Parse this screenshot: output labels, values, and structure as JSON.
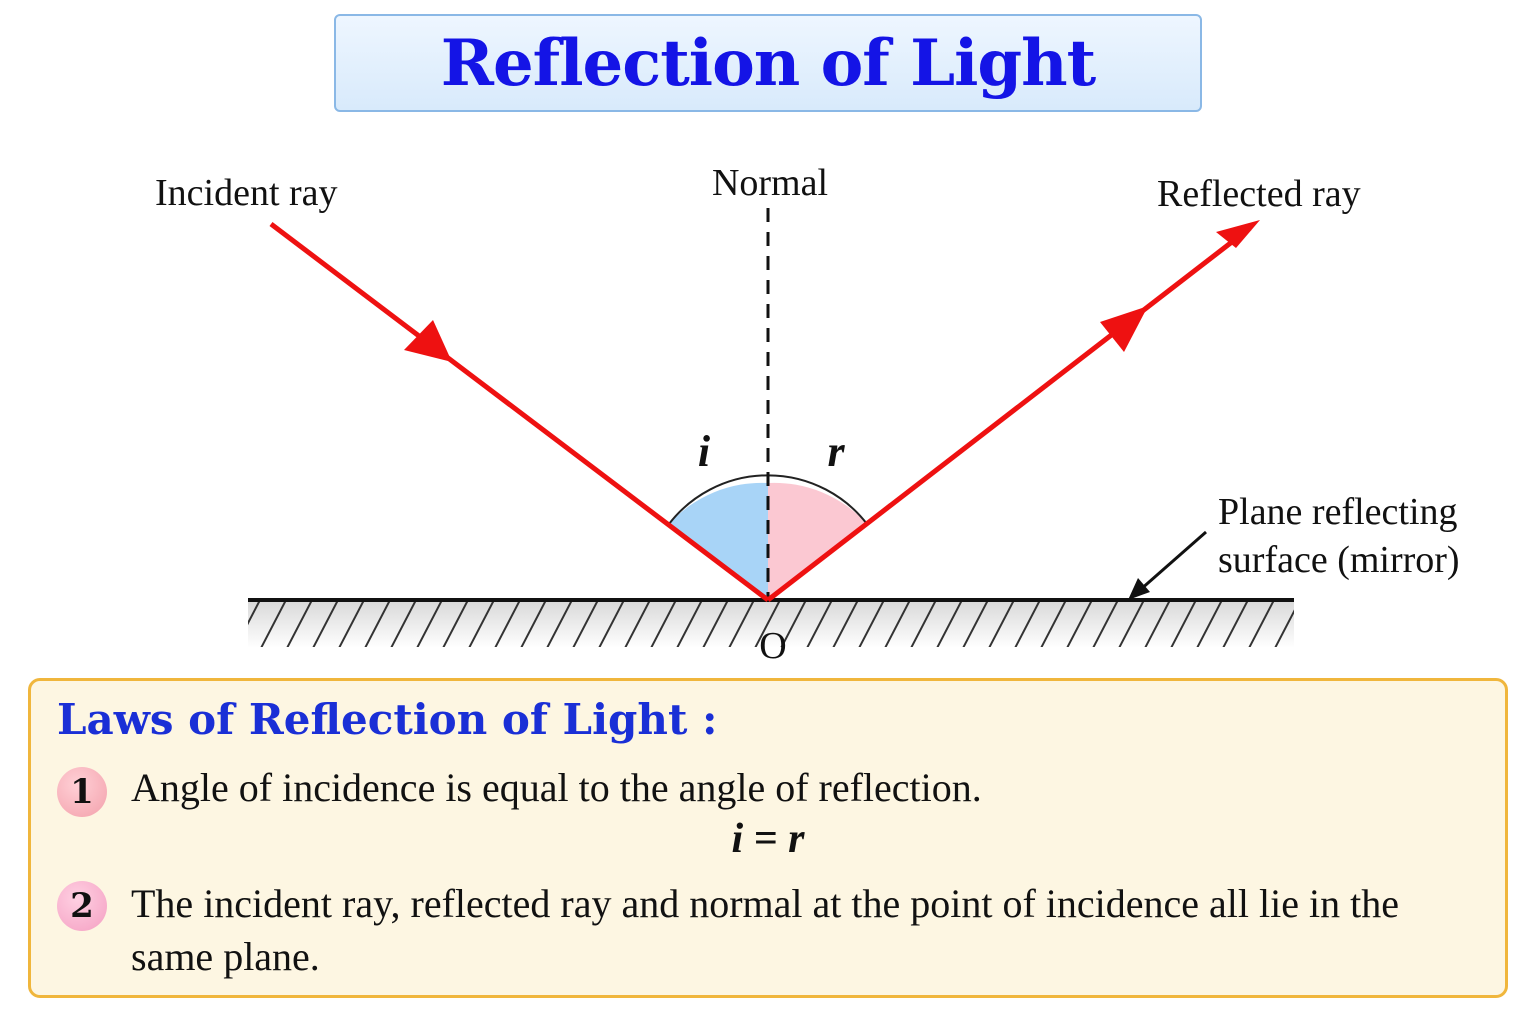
{
  "title": "Reflection of Light",
  "diagram": {
    "incident_ray_label": "Incident ray",
    "normal_label": "Normal",
    "reflected_ray_label": "Reflected ray",
    "angle_incidence_label": "i",
    "angle_reflection_label": "r",
    "surface_label_line1": "Plane reflecting",
    "surface_label_line2": "surface (mirror)",
    "point_label": "O",
    "colors": {
      "ray": "#ee1111",
      "angle_i_fill": "#a8d4f7",
      "angle_r_fill": "#fbc8d2",
      "title_text": "#1414e6"
    }
  },
  "laws": {
    "heading": "Laws of Reflection of Light :",
    "items": [
      {
        "number": "1",
        "text": "Angle of incidence is equal to the angle of reflection."
      },
      {
        "number": "2",
        "text": "The incident ray, reflected ray and normal at the point of incidence all lie in the same plane."
      }
    ],
    "equation": "i = r"
  }
}
